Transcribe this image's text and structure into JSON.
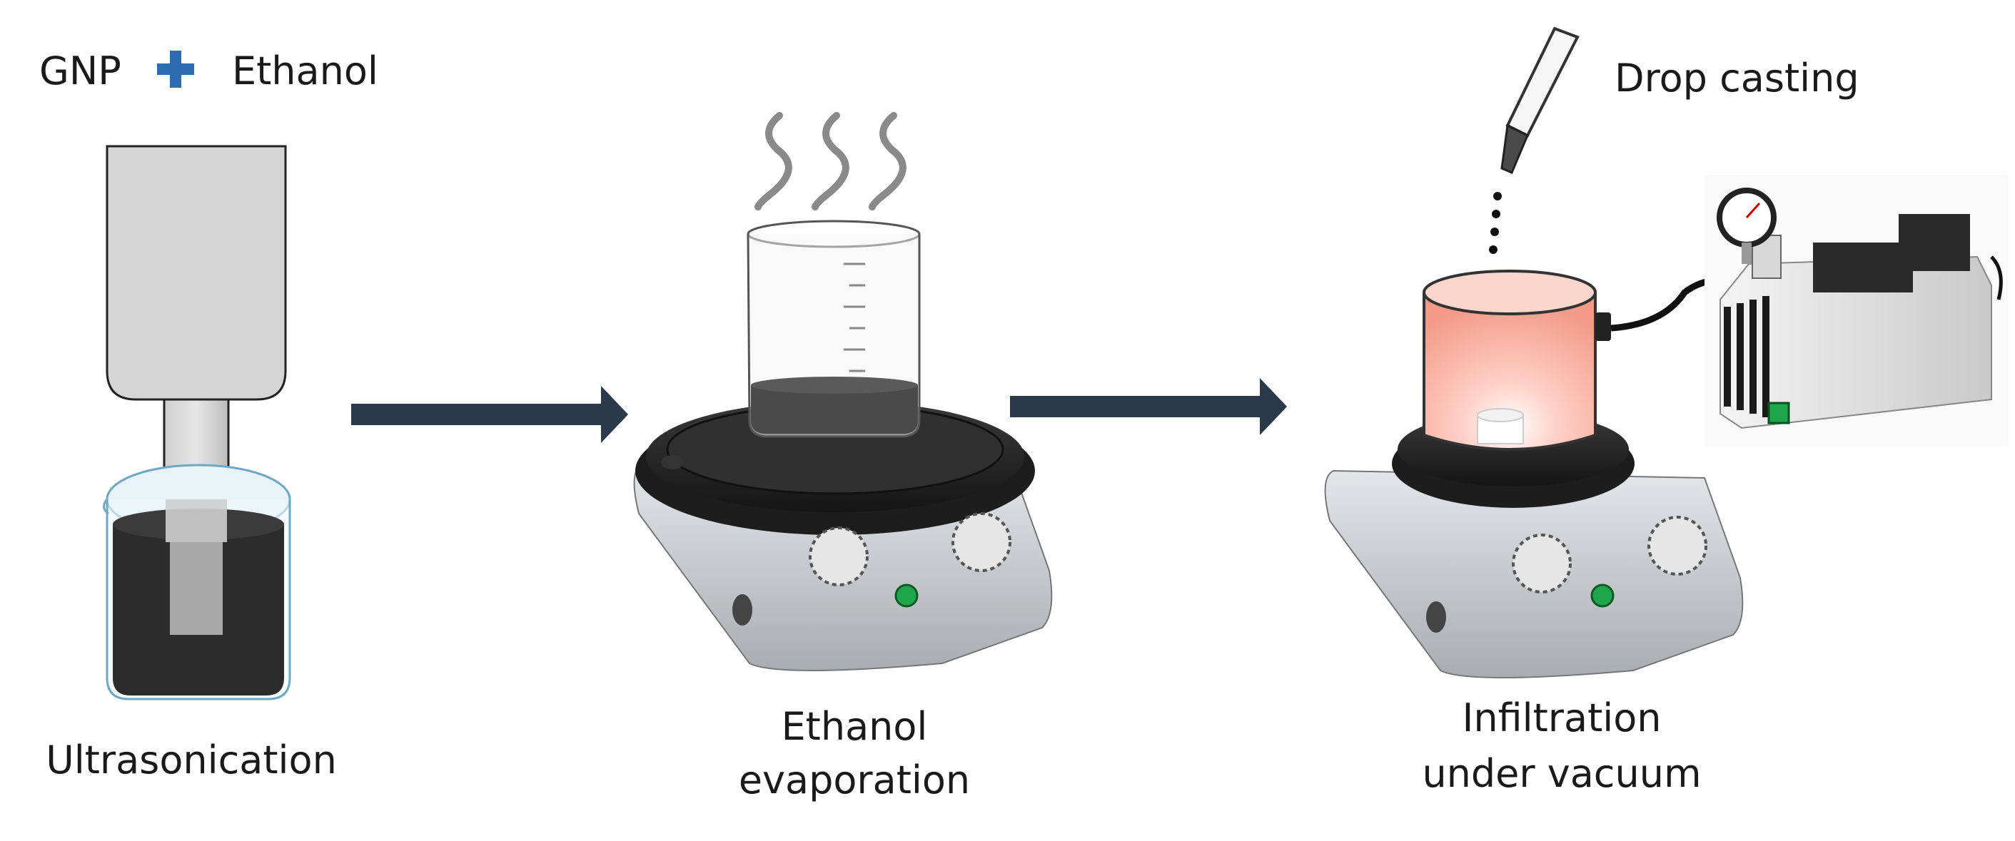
{
  "labels": {
    "gnp": "GNP",
    "ethanol": "Ethanol",
    "drop_casting": "Drop casting",
    "ultrasonication": "Ultrasonication",
    "ethanol_evaporation_line1": "Ethanol",
    "ethanol_evaporation_line2": "evaporation",
    "infiltration_line1": "Infiltration",
    "infiltration_line2": "under vacuum"
  },
  "colors": {
    "arrow": "#2b3a4a",
    "plus": "#2e6bb0",
    "liquid": "#3a3a3a",
    "hotplate_top": "#2b2b2b",
    "hotplate_body": "#c8cacc",
    "mold": "#f7b7aa",
    "sample": "#ffffff",
    "dial_green": "#1fa64a"
  },
  "icons": {
    "plus": "plus-icon",
    "arrow": "right-arrow-icon",
    "steam": "steam-icon",
    "pipette": "pipette-icon",
    "hotplate": "hotplate-stirrer-icon",
    "vacuum_pump": "vacuum-pump-icon",
    "sonicator": "ultrasonic-probe-icon",
    "beaker": "beaker-icon"
  }
}
